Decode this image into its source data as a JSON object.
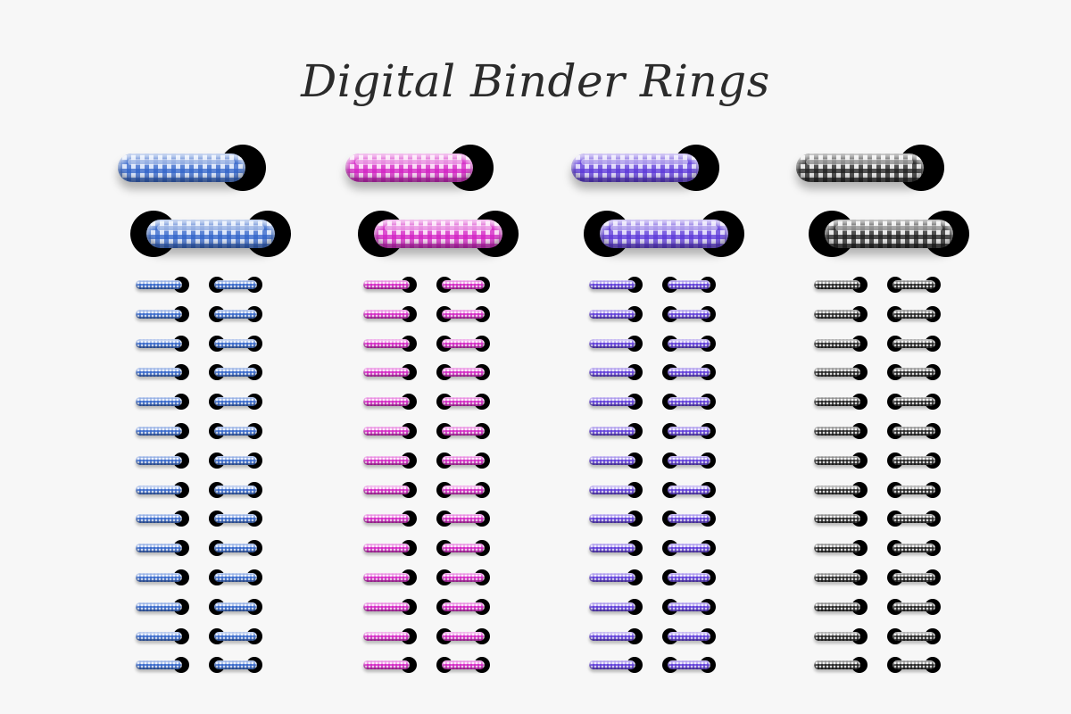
{
  "title": "Digital Binder Rings",
  "sets": [
    {
      "name": "blue-gingham",
      "icon": "blue-gingham-ring",
      "check": "#2f62c8",
      "light": "#dbe6fb"
    },
    {
      "name": "pink-gingham",
      "icon": "pink-gingham-ring",
      "check": "#d21fc3",
      "light": "#fbd8f6"
    },
    {
      "name": "purple-gingham",
      "icon": "purple-gingham-ring",
      "check": "#5a36d8",
      "light": "#e0d9fb"
    },
    {
      "name": "black-gingham",
      "icon": "black-gingham-ring",
      "check": "#1c1c1c",
      "light": "#e8e8e8"
    }
  ],
  "small_rings_per_column": 14,
  "small_ring_columns_per_set": 2
}
